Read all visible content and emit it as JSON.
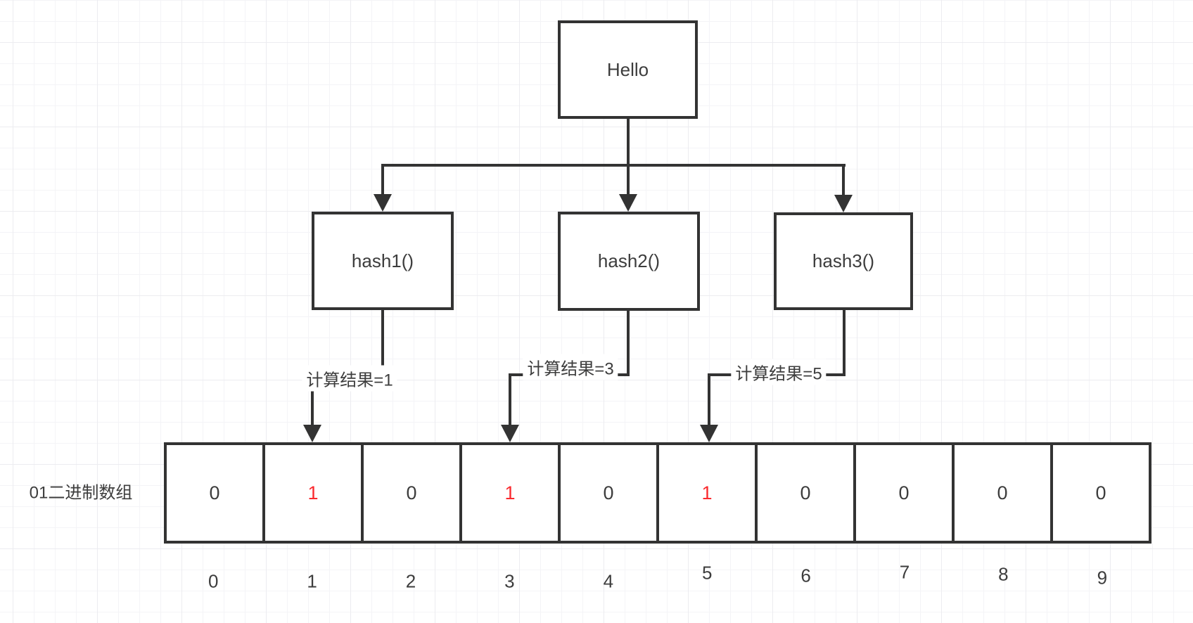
{
  "diagram": {
    "input_box": {
      "label": "Hello"
    },
    "hash_boxes": [
      {
        "label": "hash1()"
      },
      {
        "label": "hash2()"
      },
      {
        "label": "hash3()"
      }
    ],
    "result_labels": [
      {
        "text": "计算结果=1"
      },
      {
        "text": "计算结果=3"
      },
      {
        "text": "计算结果=5"
      }
    ],
    "bit_array": {
      "caption": "01二进制数组",
      "cells": [
        {
          "value": "0",
          "highlighted": false
        },
        {
          "value": "1",
          "highlighted": true
        },
        {
          "value": "0",
          "highlighted": false
        },
        {
          "value": "1",
          "highlighted": true
        },
        {
          "value": "0",
          "highlighted": false
        },
        {
          "value": "1",
          "highlighted": true
        },
        {
          "value": "0",
          "highlighted": false
        },
        {
          "value": "0",
          "highlighted": false
        },
        {
          "value": "0",
          "highlighted": false
        },
        {
          "value": "0",
          "highlighted": false
        }
      ],
      "indices": [
        "0",
        "1",
        "2",
        "3",
        "4",
        "5",
        "6",
        "7",
        "8",
        "9"
      ]
    },
    "colors": {
      "line": "#333333",
      "text": "#3d3d3d",
      "highlight": "#fa2a2e",
      "grid_minor": "#f4f4f7",
      "grid_major": "#ececf0",
      "background": "#ffffff"
    }
  }
}
